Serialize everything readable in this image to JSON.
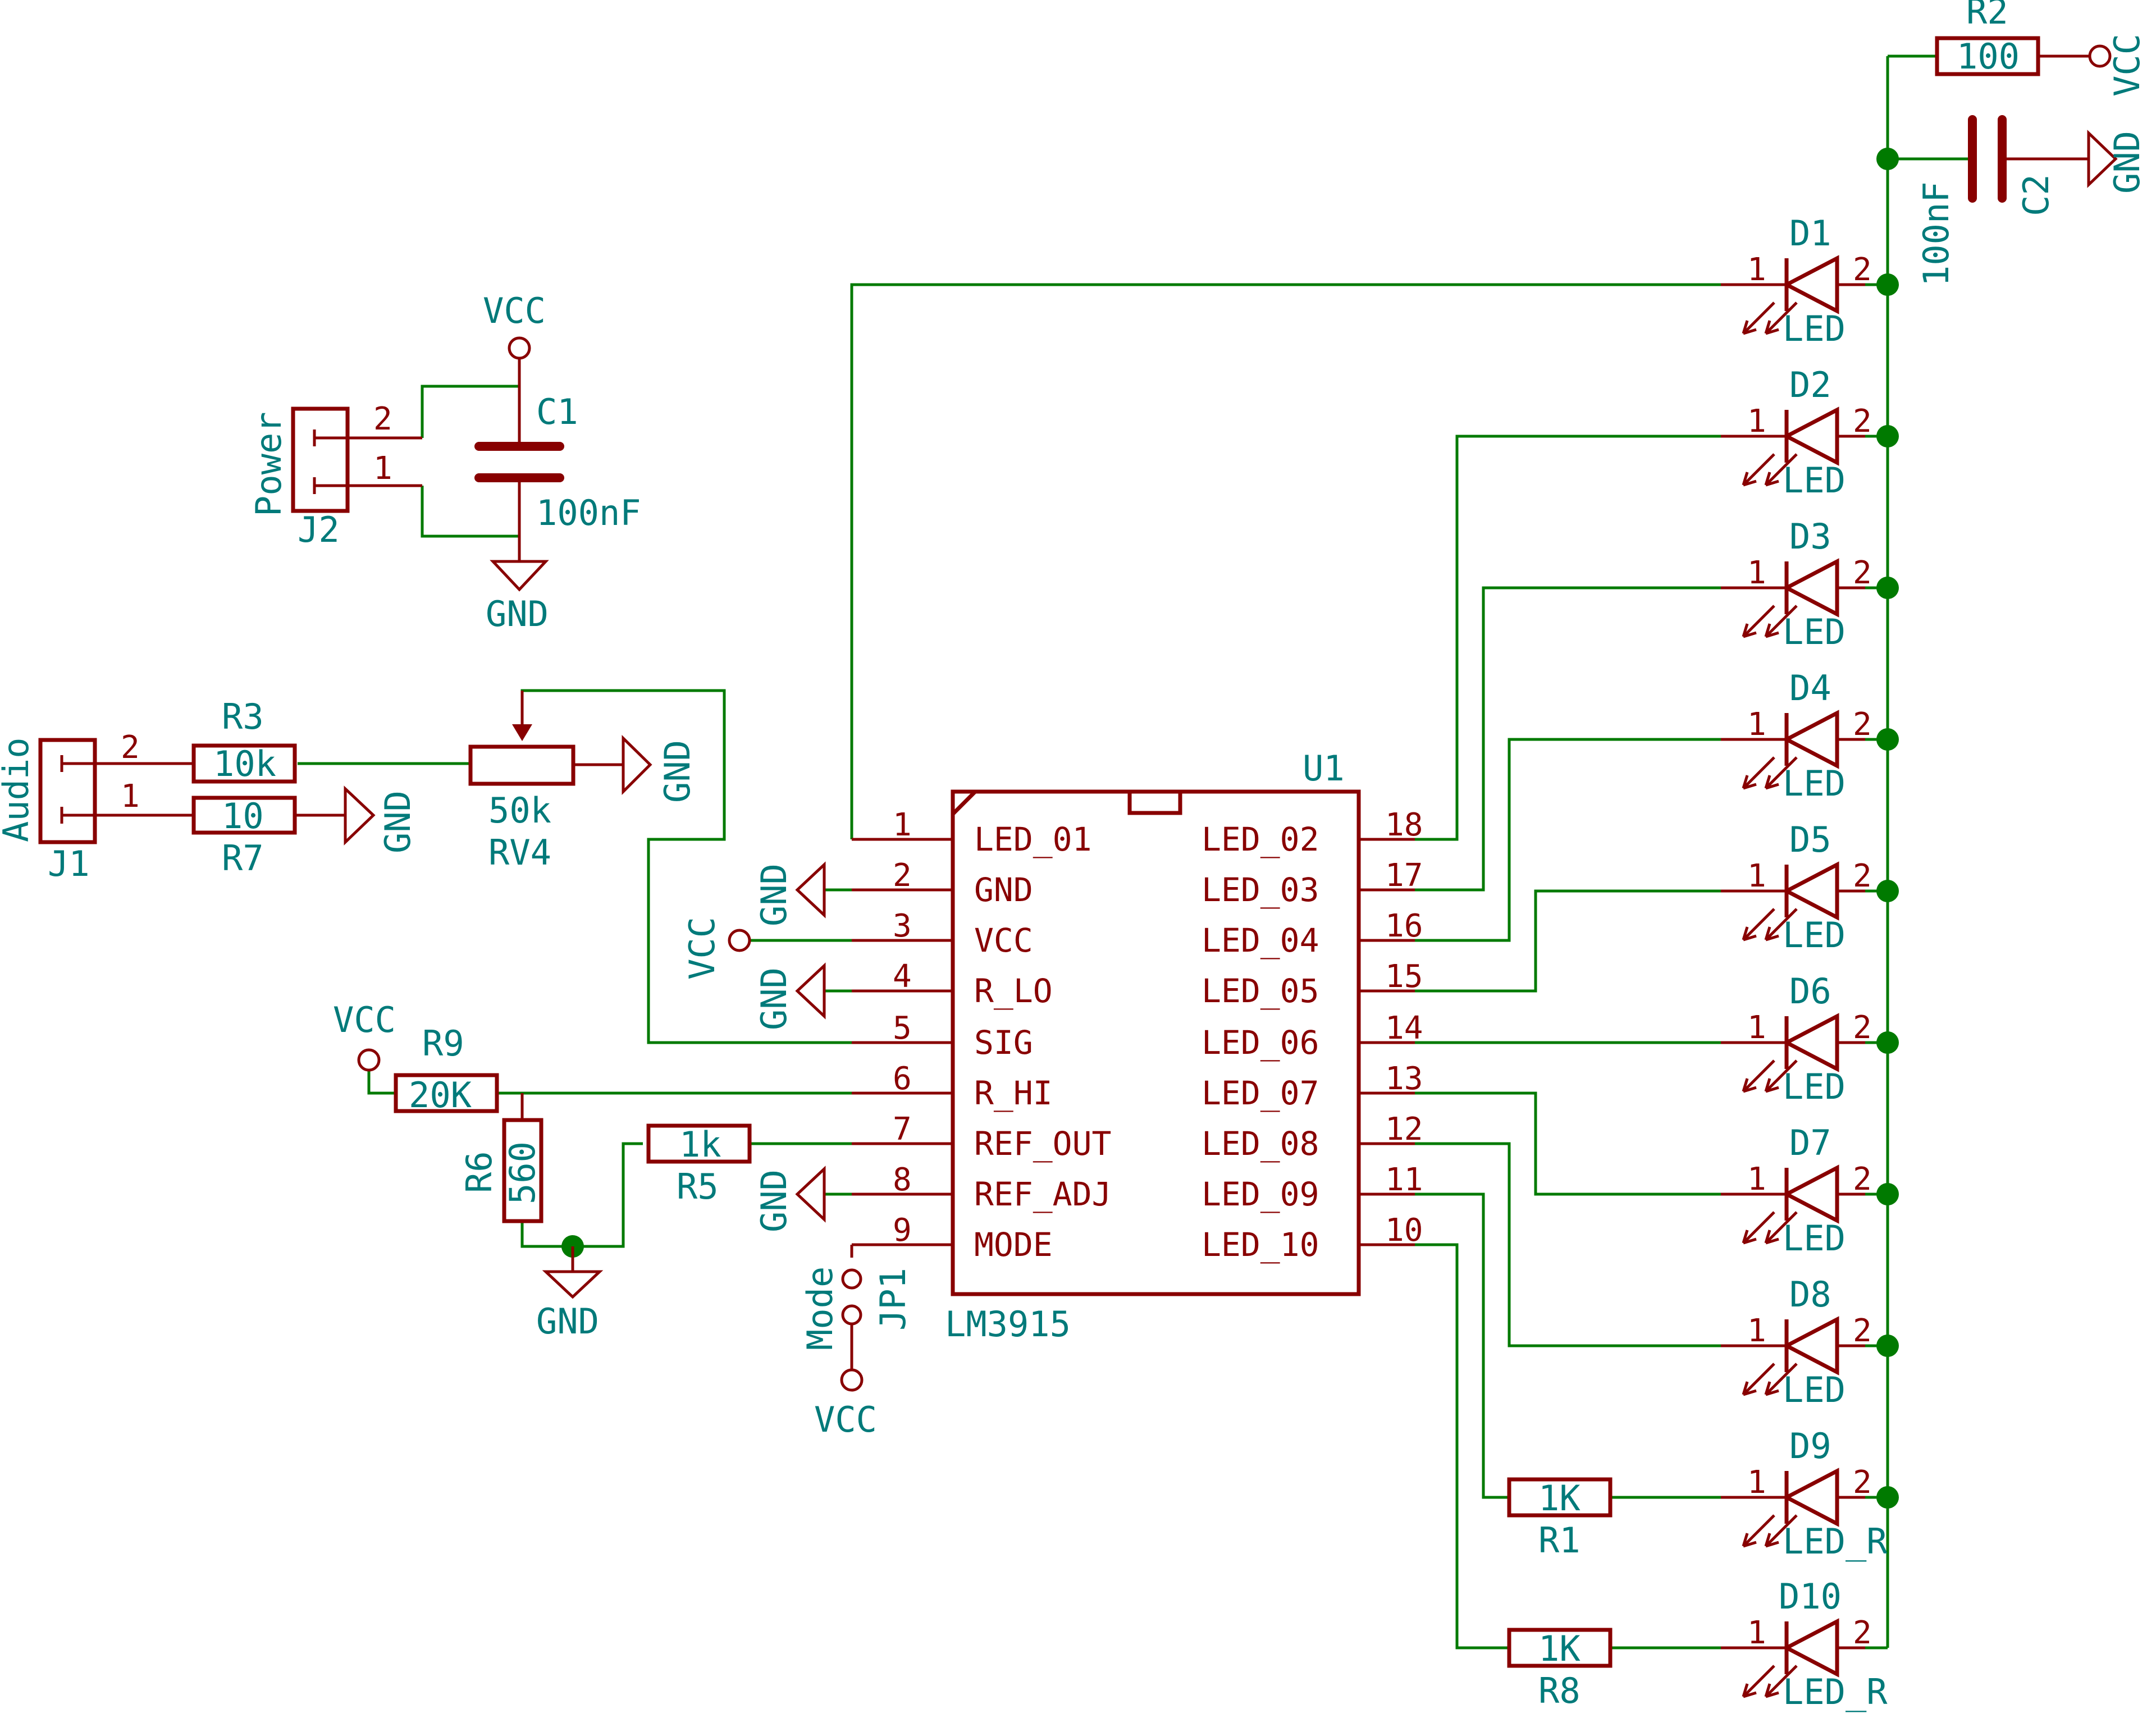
{
  "connectors": {
    "j1": {
      "ref": "J1",
      "value": "Audio",
      "pin1": "1",
      "pin2": "2"
    },
    "j2": {
      "ref": "J2",
      "value": "Power",
      "pin1": "1",
      "pin2": "2"
    }
  },
  "resistors": {
    "r1": {
      "ref": "R1",
      "value": "1K"
    },
    "r2": {
      "ref": "R2",
      "value": "100"
    },
    "r3": {
      "ref": "R3",
      "value": "10k"
    },
    "r5": {
      "ref": "R5",
      "value": "1k"
    },
    "r6": {
      "ref": "R6",
      "value": "560"
    },
    "r7": {
      "ref": "R7",
      "value": "10"
    },
    "r8": {
      "ref": "R8",
      "value": "1K"
    },
    "r9": {
      "ref": "R9",
      "value": "20K"
    }
  },
  "potentiometer": {
    "ref": "RV4",
    "value": "50k"
  },
  "capacitors": {
    "c1": {
      "ref": "C1",
      "value": "100nF"
    },
    "c2": {
      "ref": "C2",
      "value": "100nF"
    }
  },
  "jumper": {
    "ref": "JP1",
    "value": "Mode"
  },
  "power": {
    "vcc": "VCC",
    "gnd": "GND"
  },
  "leds": [
    {
      "ref": "D1",
      "value": "LED",
      "pin1": "1",
      "pin2": "2"
    },
    {
      "ref": "D2",
      "value": "LED",
      "pin1": "1",
      "pin2": "2"
    },
    {
      "ref": "D3",
      "value": "LED",
      "pin1": "1",
      "pin2": "2"
    },
    {
      "ref": "D4",
      "value": "LED",
      "pin1": "1",
      "pin2": "2"
    },
    {
      "ref": "D5",
      "value": "LED",
      "pin1": "1",
      "pin2": "2"
    },
    {
      "ref": "D6",
      "value": "LED",
      "pin1": "1",
      "pin2": "2"
    },
    {
      "ref": "D7",
      "value": "LED",
      "pin1": "1",
      "pin2": "2"
    },
    {
      "ref": "D8",
      "value": "LED",
      "pin1": "1",
      "pin2": "2"
    },
    {
      "ref": "D9",
      "value": "LED_R",
      "pin1": "1",
      "pin2": "2"
    },
    {
      "ref": "D10",
      "value": "LED_R",
      "pin1": "1",
      "pin2": "2"
    }
  ],
  "ic": {
    "ref": "U1",
    "value": "LM3915",
    "left_pins": [
      {
        "num": "1",
        "name": "LED_01"
      },
      {
        "num": "2",
        "name": "GND"
      },
      {
        "num": "3",
        "name": "VCC"
      },
      {
        "num": "4",
        "name": "R_LO"
      },
      {
        "num": "5",
        "name": "SIG"
      },
      {
        "num": "6",
        "name": "R_HI"
      },
      {
        "num": "7",
        "name": "REF_OUT"
      },
      {
        "num": "8",
        "name": "REF_ADJ"
      },
      {
        "num": "9",
        "name": "MODE"
      }
    ],
    "right_pins": [
      {
        "num": "18",
        "name": "LED_02"
      },
      {
        "num": "17",
        "name": "LED_03"
      },
      {
        "num": "16",
        "name": "LED_04"
      },
      {
        "num": "15",
        "name": "LED_05"
      },
      {
        "num": "14",
        "name": "LED_06"
      },
      {
        "num": "13",
        "name": "LED_07"
      },
      {
        "num": "12",
        "name": "LED_08"
      },
      {
        "num": "11",
        "name": "LED_09"
      },
      {
        "num": "10",
        "name": "LED_10"
      }
    ]
  },
  "colors": {
    "wire": "#007a00",
    "component": "#880000",
    "label": "#007a7a",
    "background": "#ffffff"
  }
}
